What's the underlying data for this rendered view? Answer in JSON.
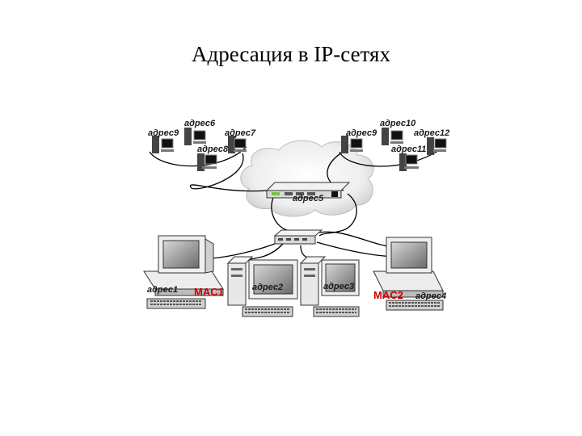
{
  "title": "Адресация в IP-сетях",
  "labels": {
    "top_left_6": "адрес6",
    "top_left_9": "адрес9",
    "top_left_7": "адрес7",
    "top_left_8": "адрес8",
    "top_right_10": "адрес10",
    "top_right_9": "адрес9",
    "top_right_12": "адрес12",
    "top_right_11": "адрес11",
    "router": "адрес5",
    "pc1": "адрес1",
    "pc2": "адрес2",
    "pc3": "адрес3",
    "pc4": "адрес4",
    "mac1": "MAC1",
    "mac2": "MAC2"
  }
}
